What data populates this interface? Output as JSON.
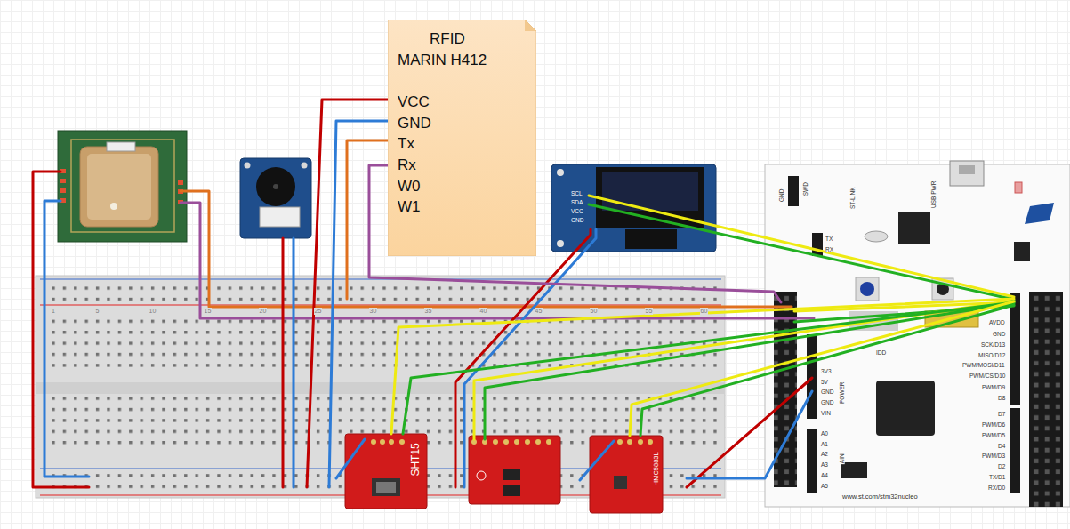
{
  "diagram": {
    "nodes": [
      {
        "text": [
          "RFID",
          "MARIN H412",
          "VCC",
          "GND",
          "Tx",
          "Rx",
          "W0",
          "W1"
        ]
      },
      {
        "text": [
          "SCL",
          "SDA",
          "VCC",
          "GND"
        ]
      },
      {
        "text": [
          "GND",
          "SWD",
          "ST-LINK",
          "USB PWR",
          "TX",
          "RX",
          "AVDD",
          "GND",
          "SCK/D13",
          "MISO/D12",
          "PWM/MOSI/D11",
          "PWM/CS/D10",
          "PWM/D9",
          "D8",
          "D7",
          "PWM/D6",
          "PWM/D5",
          "D4",
          "PWM/D3",
          "D2",
          "TX/D1",
          "RX/D0",
          "IDD",
          "3V3",
          "5V",
          "GND",
          "GND",
          "VIN",
          "POWER",
          "A0",
          "A1",
          "A2",
          "A3",
          "A4",
          "A5",
          "AIN",
          "www.st.com/stm32nucleo"
        ]
      },
      {
        "text": [
          "SHT15"
        ]
      },
      {
        "text": [
          "HMC5883L"
        ]
      }
    ],
    "edges": [
      {
        "from": 0,
        "to": 2,
        "arrow": "none"
      },
      {
        "from": 1,
        "to": 2,
        "arrow": "none"
      },
      {
        "from": 1,
        "to": 2,
        "arrow": "none"
      },
      {
        "from": 3,
        "to": 2,
        "arrow": "none"
      },
      {
        "from": 3,
        "to": 2,
        "arrow": "none"
      },
      {
        "from": 4,
        "to": 2,
        "arrow": "none"
      },
      {
        "from": 4,
        "to": 2,
        "arrow": "none"
      }
    ],
    "labels": [
      "1",
      "5",
      "10",
      "15",
      "20",
      "25",
      "30",
      "35",
      "40",
      "45",
      "50",
      "55",
      "60"
    ]
  }
}
